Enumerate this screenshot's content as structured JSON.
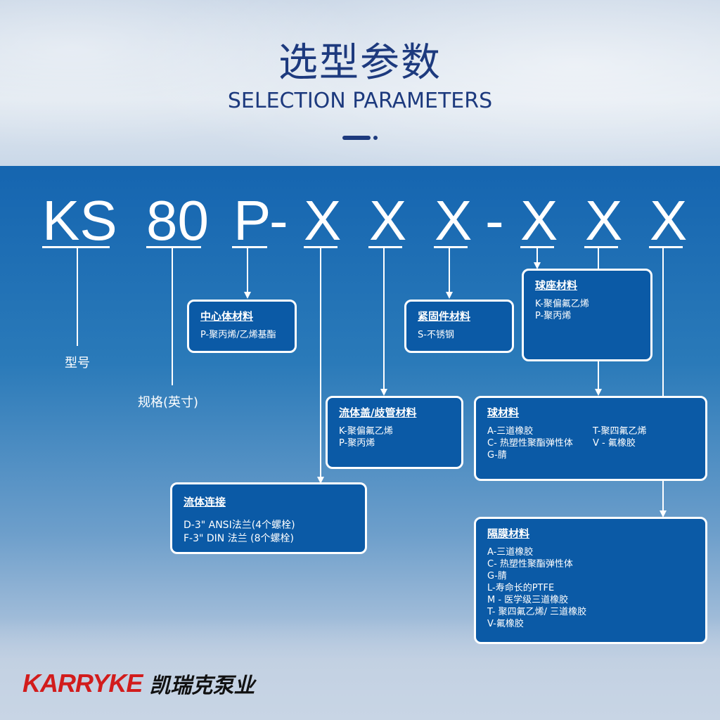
{
  "header": {
    "title_cn": "选型参数",
    "title_en": "SELECTION PARAMETERS"
  },
  "model_code": {
    "segments": [
      "KS",
      "80",
      "P",
      "-",
      "X",
      "X",
      "X",
      "-",
      "X",
      "X",
      "X"
    ]
  },
  "labels": {
    "model": "型号",
    "size": "规格(英寸)"
  },
  "boxes": {
    "center_body": {
      "title": "中心体材料",
      "items": [
        "P-聚丙烯/乙烯基酯"
      ]
    },
    "fastener": {
      "title": "紧固件材料",
      "items": [
        "S-不锈钢"
      ]
    },
    "ball_seat": {
      "title": "球座材料",
      "items": [
        "K-聚偏氟乙烯",
        "P-聚丙烯"
      ]
    },
    "fluid_cap": {
      "title": "流体盖/歧管材料",
      "items": [
        "K-聚偏氟乙烯",
        "P-聚丙烯"
      ]
    },
    "ball": {
      "title": "球材料",
      "col1": [
        "A-三道橡胶",
        "C- 热塑性聚酯弹性体",
        "G-腈"
      ],
      "col2": [
        "T-聚四氟乙烯",
        "V - 氟橡胶"
      ]
    },
    "fluid_connection": {
      "title": "流体连接",
      "items": [
        "D-3\" ANSI法兰(4个螺栓)",
        "F-3\" DIN 法兰 (8个螺栓)"
      ]
    },
    "diaphragm": {
      "title": "隔膜材料",
      "items": [
        "A-三道橡胶",
        "C- 热塑性聚酯弹性体",
        "G-腈",
        "L-寿命长的PTFE",
        "M - 医学级三道橡胶",
        "T- 聚四氟乙烯/ 三道橡胶",
        "V-氟橡胶"
      ]
    }
  },
  "brand": {
    "logo_en": "KARRYKE",
    "logo_cn": "凯瑞克泵业",
    "color": "#d21c1c"
  },
  "colors": {
    "title": "#1d3a7e",
    "box_fill": "#0b5aa6",
    "panel": "#1565b0"
  }
}
